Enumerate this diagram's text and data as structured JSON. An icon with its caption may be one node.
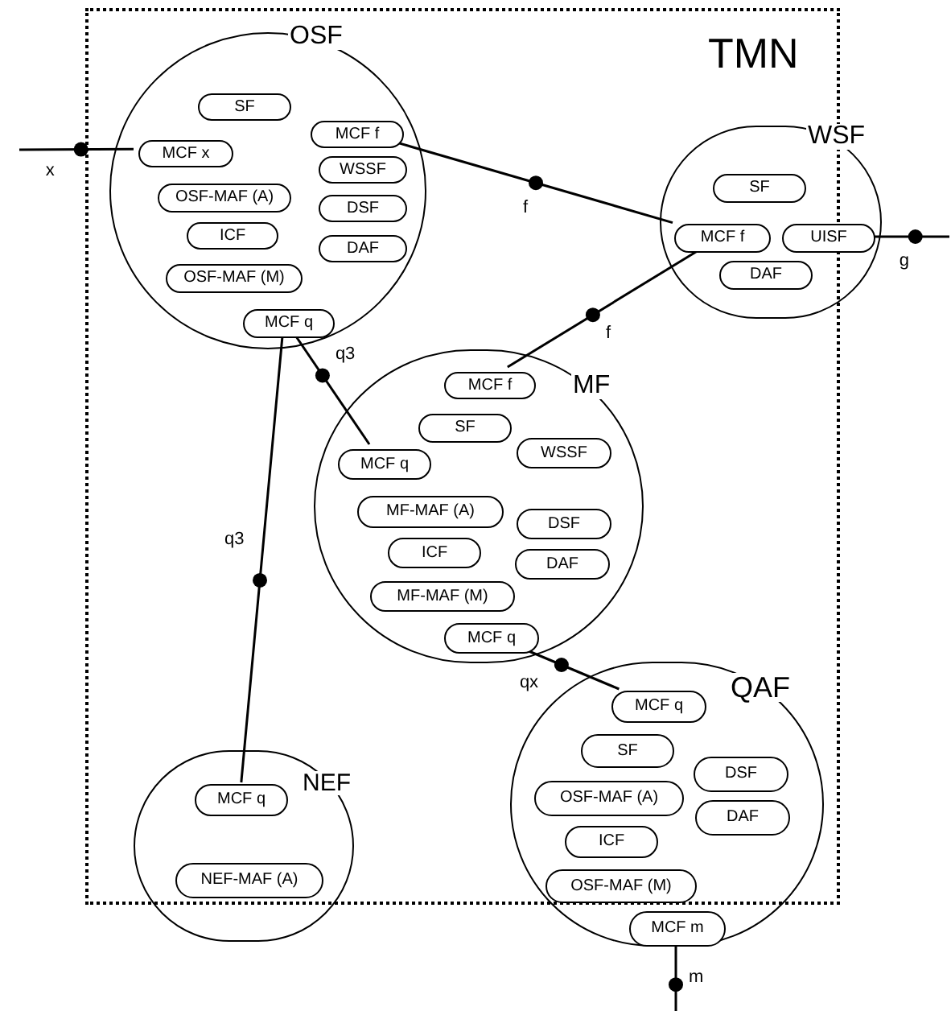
{
  "diagram": {
    "nodes": [
      {
        "text": [
          "TMN"
        ]
      },
      {
        "text": [
          "OSF"
        ],
        "in": 0
      },
      {
        "text": [
          "SF"
        ],
        "in": 1
      },
      {
        "text": [
          "MCF f"
        ],
        "in": 1
      },
      {
        "text": [
          "MCF x"
        ],
        "in": 1
      },
      {
        "text": [
          "WSSF"
        ],
        "in": 1
      },
      {
        "text": [
          "OSF-MAF (A)"
        ],
        "in": 1
      },
      {
        "text": [
          "DSF"
        ],
        "in": 1
      },
      {
        "text": [
          "ICF"
        ],
        "in": 1
      },
      {
        "text": [
          "DAF"
        ],
        "in": 1
      },
      {
        "text": [
          "OSF-MAF (M)"
        ],
        "in": 1
      },
      {
        "text": [
          "MCF q"
        ],
        "in": 1
      },
      {
        "text": [
          "WSF"
        ]
      },
      {
        "text": [
          "SF"
        ],
        "in": 12
      },
      {
        "text": [
          "MCF f"
        ],
        "in": 12
      },
      {
        "text": [
          "UISF"
        ],
        "in": 12
      },
      {
        "text": [
          "DAF"
        ],
        "in": 12
      },
      {
        "text": [
          "MF"
        ],
        "in": 0
      },
      {
        "text": [
          "MCF f"
        ],
        "in": 17
      },
      {
        "text": [
          "SF"
        ],
        "in": 17
      },
      {
        "text": [
          "WSSF"
        ],
        "in": 17
      },
      {
        "text": [
          "MCF q"
        ],
        "in": 17
      },
      {
        "text": [
          "MF-MAF (A)"
        ],
        "in": 17
      },
      {
        "text": [
          "DSF"
        ],
        "in": 17
      },
      {
        "text": [
          "ICF"
        ],
        "in": 17
      },
      {
        "text": [
          "DAF"
        ],
        "in": 17
      },
      {
        "text": [
          "MF-MAF (M)"
        ],
        "in": 17
      },
      {
        "text": [
          "MCF q"
        ],
        "in": 17
      },
      {
        "text": [
          "NEF"
        ]
      },
      {
        "text": [
          "MCF q"
        ],
        "in": 28
      },
      {
        "text": [
          "NEF-MAF (A)"
        ],
        "in": 28
      },
      {
        "text": [
          "QAF"
        ]
      },
      {
        "text": [
          "MCF q"
        ],
        "in": 31
      },
      {
        "text": [
          "SF"
        ],
        "in": 31
      },
      {
        "text": [
          "DSF"
        ],
        "in": 31
      },
      {
        "text": [
          "OSF-MAF (A)"
        ],
        "in": 31
      },
      {
        "text": [
          "DAF"
        ],
        "in": 31
      },
      {
        "text": [
          "ICF"
        ],
        "in": 31
      },
      {
        "text": [
          "OSF-MAF (M)"
        ],
        "in": 31
      },
      {
        "text": [
          "MCF m"
        ],
        "in": 31
      }
    ],
    "edges": [
      {
        "from": null,
        "to": 4,
        "arrow": "none",
        "label": "x"
      },
      {
        "from": 3,
        "to": 14,
        "arrow": "none",
        "label": "f"
      },
      {
        "from": 18,
        "to": 14,
        "arrow": "none",
        "label": "f"
      },
      {
        "from": 11,
        "to": 21,
        "arrow": "none",
        "label": "q3"
      },
      {
        "from": 11,
        "to": 29,
        "arrow": "none",
        "label": "q3"
      },
      {
        "from": 27,
        "to": 32,
        "arrow": "none",
        "label": "qx"
      },
      {
        "from": 15,
        "to": null,
        "arrow": "none",
        "label": "g"
      },
      {
        "from": 39,
        "to": null,
        "arrow": "none",
        "label": "m"
      }
    ]
  }
}
